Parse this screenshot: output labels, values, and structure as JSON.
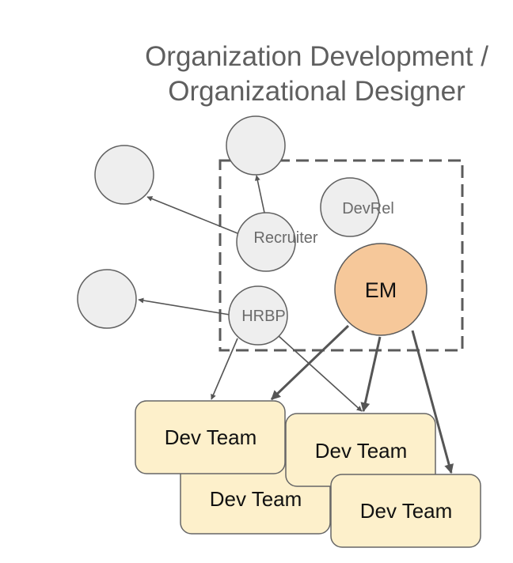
{
  "title": {
    "line1": "Organization Development /",
    "line2": "Organizational Designer"
  },
  "nodes": {
    "devrel": "DevRel",
    "recruiter": "Recruiter",
    "hrbp": "HRBP",
    "em": "EM"
  },
  "teams": [
    "Dev Team",
    "Dev Team",
    "Dev Team",
    "Dev Team"
  ],
  "colors": {
    "em_fill": "#f6c89a",
    "team_fill": "#fdf0cb",
    "circle_fill": "#eeeeee",
    "stroke": "#595959"
  }
}
